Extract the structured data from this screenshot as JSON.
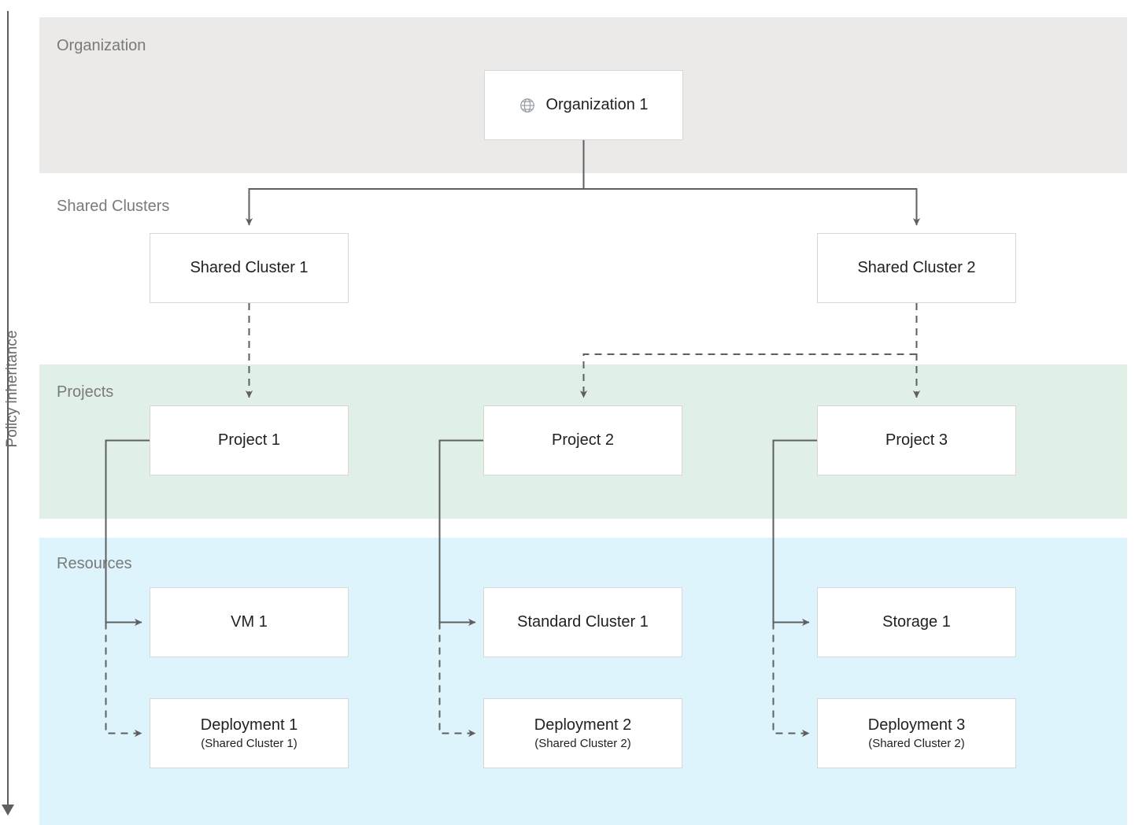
{
  "axis": {
    "label": "Policy inheritance",
    "icon": "down-arrow-icon"
  },
  "bands": {
    "organization": "Organization",
    "shared_clusters": "Shared Clusters",
    "projects": "Projects",
    "resources": "Resources"
  },
  "colors": {
    "band_organization": "#ebeae8",
    "band_projects": "#e1f0e6",
    "band_resources": "#ddf4fd",
    "node_border": "#d7d7d7",
    "node_fill": "#ffffff",
    "connector": "#5f5f5f",
    "band_label_text": "#7a7a7a",
    "node_text": "#202124"
  },
  "nodes": {
    "organization_1": {
      "label": "Organization 1",
      "icon": "globe-icon"
    },
    "shared_cluster_1": {
      "label": "Shared Cluster 1"
    },
    "shared_cluster_2": {
      "label": "Shared Cluster 2"
    },
    "project_1": {
      "label": "Project 1"
    },
    "project_2": {
      "label": "Project 2"
    },
    "project_3": {
      "label": "Project 3"
    },
    "vm_1": {
      "label": "VM 1"
    },
    "standard_cluster_1": {
      "label": "Standard Cluster 1"
    },
    "storage_1": {
      "label": "Storage 1"
    },
    "deployment_1": {
      "label": "Deployment 1",
      "sublabel": "(Shared Cluster 1)"
    },
    "deployment_2": {
      "label": "Deployment 2",
      "sublabel": "(Shared Cluster 2)"
    },
    "deployment_3": {
      "label": "Deployment 3",
      "sublabel": "(Shared Cluster 2)"
    }
  },
  "edges": [
    {
      "from": "organization_1",
      "to": "shared_cluster_1",
      "style": "solid"
    },
    {
      "from": "organization_1",
      "to": "shared_cluster_2",
      "style": "solid"
    },
    {
      "from": "shared_cluster_1",
      "to": "project_1",
      "style": "dashed"
    },
    {
      "from": "shared_cluster_2",
      "to": "project_2",
      "style": "dashed"
    },
    {
      "from": "shared_cluster_2",
      "to": "project_3",
      "style": "dashed"
    },
    {
      "from": "project_1",
      "to": "vm_1",
      "style": "solid"
    },
    {
      "from": "project_1",
      "to": "deployment_1",
      "style": "dashed"
    },
    {
      "from": "project_2",
      "to": "standard_cluster_1",
      "style": "solid"
    },
    {
      "from": "project_2",
      "to": "deployment_2",
      "style": "dashed"
    },
    {
      "from": "project_3",
      "to": "storage_1",
      "style": "solid"
    },
    {
      "from": "project_3",
      "to": "deployment_3",
      "style": "dashed"
    }
  ]
}
